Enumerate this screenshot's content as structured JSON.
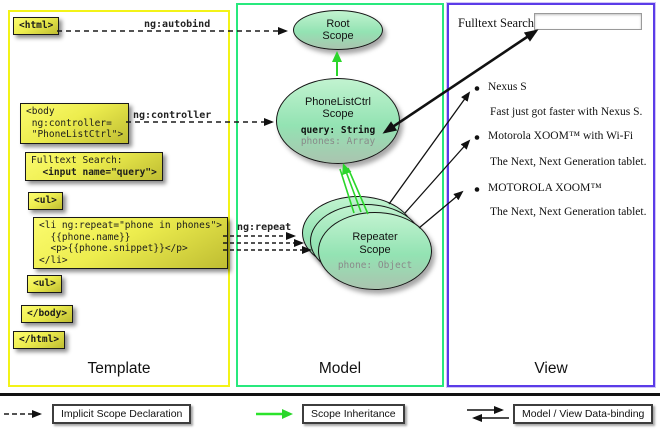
{
  "template_panel": {
    "label": "Template",
    "boxes": {
      "html_open": "<html>",
      "body_open": "<body\n ng:controller=\n \"PhoneListCtrl\">",
      "fulltext_label": "Fulltext Search:",
      "fulltext_input": "  <input name=\"query\">",
      "ul_open": "<ul>",
      "li_repeat": "<li ng:repeat=\"phone in phones\">\n  {{phone.name}}\n  <p>{{phone.snippet}}</p>\n</li>",
      "ul_second": "<ul>",
      "body_close": "</body>",
      "html_close": "</html>"
    }
  },
  "model_panel": {
    "label": "Model",
    "root_scope": {
      "title": "Root\nScope"
    },
    "phonelist_scope": {
      "title": "PhoneListCtrl\nScope",
      "prop_query": "query: String",
      "prop_phones": "phones: Array"
    },
    "repeater_scope": {
      "title": "Repeater\nScope",
      "prop_phone": "phone: Object"
    }
  },
  "view_panel": {
    "label": "View",
    "search_label": "Fulltext Search:",
    "search_value": "",
    "items": [
      {
        "title": "Nexus S",
        "desc": "Fast just got faster with Nexus S."
      },
      {
        "title": "Motorola XOOM™  with Wi-Fi",
        "desc": "The Next, Next Generation tablet."
      },
      {
        "title": "MOTOROLA XOOM™",
        "desc": "The Next, Next Generation tablet."
      }
    ]
  },
  "arrow_labels": {
    "autobind": "ng:autobind",
    "controller": "ng:controller",
    "repeat": "ng:repeat"
  },
  "legend": {
    "implicit": "Implicit Scope Declaration",
    "inheritance": "Scope Inheritance",
    "binding": "Model / View Data-binding"
  },
  "colors": {
    "template_border": "#f3f318",
    "model_border": "#28e97d",
    "view_border": "#5b3ce8",
    "code_box_fill": "#e8e84a",
    "scope_fill": "#a8ecbf",
    "inheritance_green": "#2bd62b"
  }
}
